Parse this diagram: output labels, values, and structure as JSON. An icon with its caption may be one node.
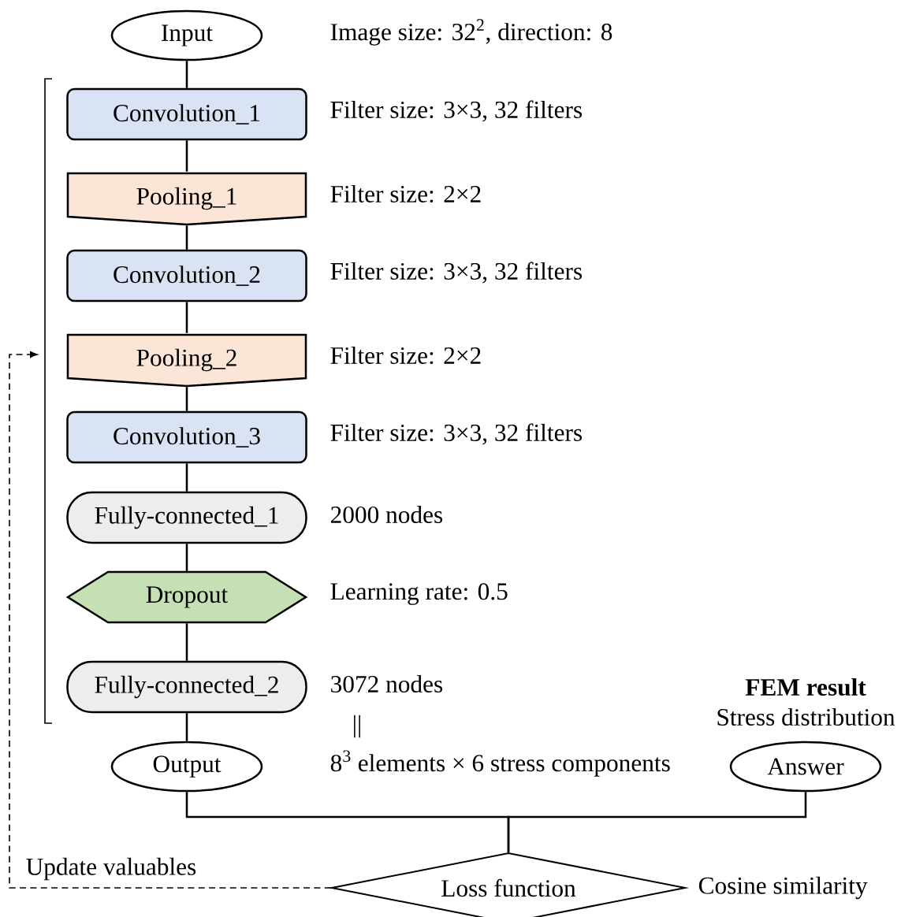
{
  "diagram": {
    "nodes": [
      {
        "text": [
          "Input"
        ],
        "beside": [
          "Image size: 32$^{2}$, direction: 8"
        ]
      },
      {
        "text": [
          "Convolution_1"
        ],
        "beside": [
          "Filter size: 3×3, 32 filters"
        ]
      },
      {
        "text": [
          "Pooling_1"
        ],
        "beside": [
          "Filter size: 2×2"
        ]
      },
      {
        "text": [
          "Convolution_2"
        ],
        "beside": [
          "Filter size: 3×3, 32 filters"
        ]
      },
      {
        "text": [
          "Pooling_2"
        ],
        "beside": [
          "Filter size: 2×2"
        ]
      },
      {
        "text": [
          "Convolution_3"
        ],
        "beside": [
          "Filter size: 3×3, 32 filters"
        ]
      },
      {
        "text": [
          "Fully-connected_1"
        ],
        "beside": [
          "2000 nodes"
        ]
      },
      {
        "text": [
          "Dropout"
        ],
        "beside": [
          "Learning rate: 0.5"
        ]
      },
      {
        "text": [
          "Fully-connected_2"
        ],
        "beside": [
          "3072 nodes"
        ]
      },
      {
        "text": [
          "Output"
        ],
        "beside": [
          "8$^{3}$ elements × 6 stress components"
        ]
      },
      {
        "text": [
          "Answer"
        ],
        "beside": [
          "FEM result",
          "Stress distribution"
        ]
      },
      {
        "text": [
          "Loss function"
        ],
        "beside": [
          "Cosine similarity"
        ]
      }
    ],
    "edges": [
      {
        "from": 0,
        "to": 1,
        "arrow": "none"
      },
      {
        "from": 1,
        "to": 2,
        "arrow": "none"
      },
      {
        "from": 2,
        "to": 3,
        "arrow": "none"
      },
      {
        "from": 3,
        "to": 4,
        "arrow": "none"
      },
      {
        "from": 4,
        "to": 5,
        "arrow": "none"
      },
      {
        "from": 5,
        "to": 6,
        "arrow": "none"
      },
      {
        "from": 6,
        "to": 7,
        "arrow": "none"
      },
      {
        "from": 7,
        "to": 8,
        "arrow": "none"
      },
      {
        "from": 8,
        "to": 9,
        "arrow": "none"
      },
      {
        "from": 9,
        "to": 11,
        "arrow": "none"
      },
      {
        "from": 10,
        "to": 11,
        "arrow": "none"
      },
      {
        "from": 11,
        "to": null,
        "arrow": "to",
        "style": "dashed",
        "label": "Update valuables"
      }
    ],
    "labels": [
      "||"
    ]
  }
}
